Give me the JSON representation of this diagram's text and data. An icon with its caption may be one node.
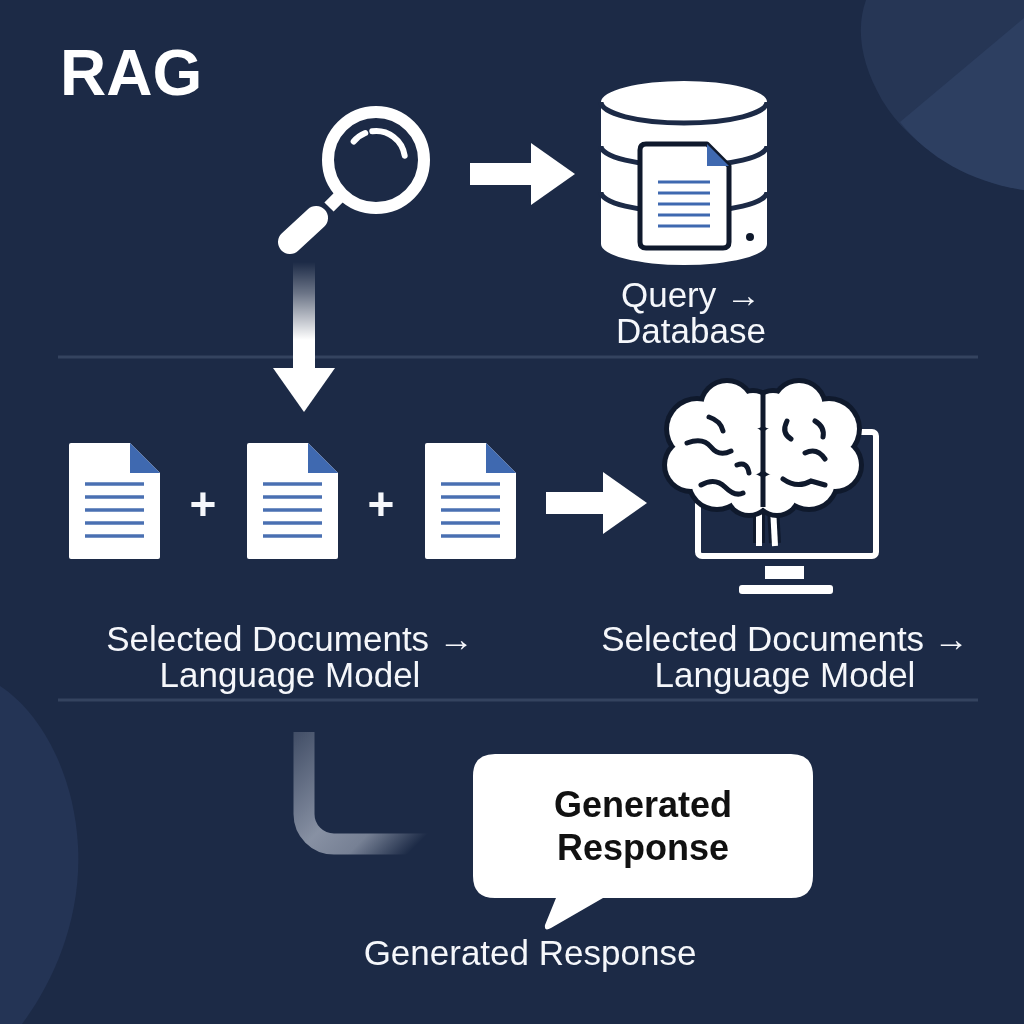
{
  "diagram": {
    "title": "RAG",
    "nodes": [
      {
        "text": [],
        "shape": "picture"
      },
      {
        "text": [],
        "shape": "cylinder",
        "beside": [
          "Query → Database"
        ]
      },
      {
        "text": [],
        "shape": "picture"
      },
      {
        "text": [],
        "shape": "picture",
        "beside": [
          "Selected Documents → Language Model"
        ]
      },
      {
        "text": [],
        "shape": "picture"
      },
      {
        "text": [],
        "shape": "picture",
        "beside": [
          "Selected Documents → Language Model"
        ]
      },
      {
        "text": [
          "Generated Response"
        ],
        "beside": [
          "Generated Response"
        ]
      }
    ],
    "edges": [
      {
        "from": 0,
        "to": 1,
        "arrow": "to"
      },
      {
        "from": 0,
        "to": 3,
        "arrow": "to"
      },
      {
        "from": 4,
        "to": 5,
        "arrow": "to"
      },
      {
        "from": null,
        "to": 6,
        "arrow": "none",
        "color": "#8d96a8"
      }
    ],
    "labels": [
      "+",
      "+"
    ]
  }
}
